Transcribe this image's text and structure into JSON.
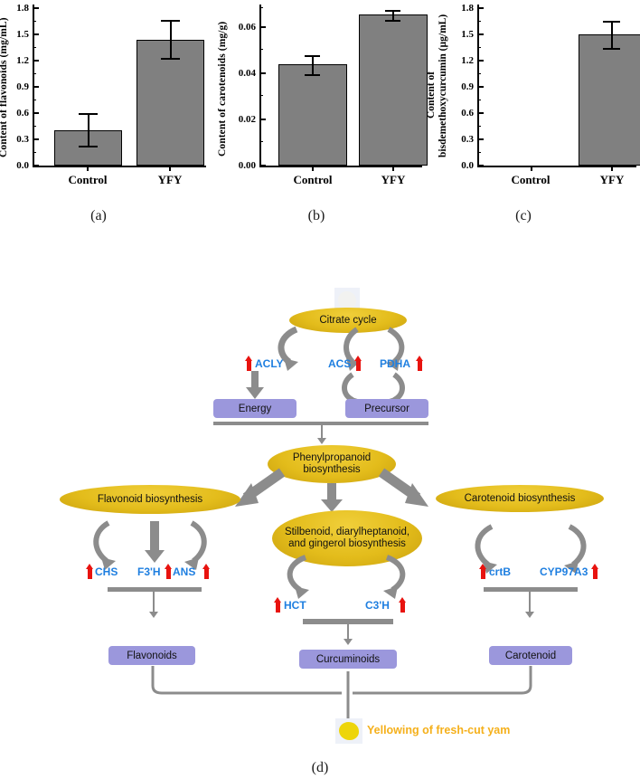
{
  "figure": {
    "panel_captions": [
      "(a)",
      "(b)",
      "(c)",
      "(d)"
    ]
  },
  "chart_data": [
    {
      "type": "bar",
      "panel": "(a)",
      "title": "",
      "xlabel": "",
      "ylabel": "Content of flavonoids (mg/mL)",
      "categories": [
        "Control",
        "YFY"
      ],
      "values": [
        0.41,
        1.45
      ],
      "errors": [
        0.19,
        0.22
      ],
      "ylim": [
        0.0,
        1.8
      ],
      "yticks": [
        "0.0",
        "0.3",
        "0.6",
        "0.9",
        "1.2",
        "1.5",
        "1.8"
      ],
      "ytick_values": [
        0.0,
        0.3,
        0.6,
        0.9,
        1.2,
        1.5,
        1.8
      ],
      "minor_ticks": true,
      "grid": false,
      "legend": "none",
      "bar_color": "#808080",
      "bar_edge_color": "#000000"
    },
    {
      "type": "bar",
      "panel": "(b)",
      "title": "",
      "xlabel": "",
      "ylabel": "Content of carotenoids (mg/g)",
      "categories": [
        "Control",
        "YFY"
      ],
      "values": [
        0.0415,
        0.062
      ],
      "errors": [
        0.0038,
        0.001
      ],
      "ylim": [
        0.0,
        0.066
      ],
      "yticks": [
        "0.00",
        "0.02",
        "0.04",
        "0.06"
      ],
      "ytick_values": [
        0.0,
        0.02,
        0.04,
        0.06
      ],
      "minor_ticks": true,
      "grid": false,
      "legend": "none",
      "bar_color": "#808080",
      "bar_edge_color": "#000000"
    },
    {
      "type": "bar",
      "panel": "(c)",
      "title": "",
      "xlabel": "",
      "ylabel_line1": "Content of",
      "ylabel_line2": "bisdemethoxycurcumin (µg/mL)",
      "ylabel": "Content of bisdemethoxycurcumin (µg/mL)",
      "categories": [
        "Control",
        "YFY"
      ],
      "values": [
        0.0,
        1.51
      ],
      "errors": [
        0.0,
        0.15
      ],
      "ylim": [
        0.0,
        1.8
      ],
      "yticks": [
        "0.0",
        "0.3",
        "0.6",
        "0.9",
        "1.2",
        "1.5",
        "1.8"
      ],
      "ytick_values": [
        0.0,
        0.3,
        0.6,
        0.9,
        1.2,
        1.5,
        1.8
      ],
      "minor_ticks": true,
      "grid": false,
      "legend": "none",
      "bar_color": "#808080",
      "bar_edge_color": "#000000"
    }
  ],
  "pathway": {
    "caption": "(d)",
    "colors": {
      "pathway_ellipse": "#e3bc1b",
      "metabolite_box": "#9b97dc",
      "gene_text": "#1f7fe0",
      "up_arrow": "#e8130f",
      "connector": "#8c8c8c",
      "yellowing_text": "#f5b01b",
      "yam_yellow": "#edd50b"
    },
    "nodes": {
      "citrate_cycle": "Citrate cycle",
      "energy": "Energy",
      "precursor": "Precursor",
      "phenylpropanoid": "Phenylpropanoid biosynthesis",
      "stilbenoid": "Stilbenoid, diarylheptanoid, and gingerol biosynthesis",
      "flavonoid_biosynthesis": "Flavonoid biosynthesis",
      "carotenoid_biosynthesis": "Carotenoid biosynthesis",
      "flavonoids": "Flavonoids",
      "curcuminoids": "Curcuminoids",
      "carotenoid": "Carotenoid",
      "yellowing": "Yellowing of fresh-cut yam"
    },
    "genes": {
      "acly": "ACLY",
      "acs": "ACS",
      "pdha": "PDHA",
      "chs": "CHS",
      "f3h": "F3'H",
      "ans": "ANS",
      "hct": "HCT",
      "c3h": "C3'H",
      "crtb": "crtB",
      "cyp97a3": "CYP97A3"
    }
  }
}
